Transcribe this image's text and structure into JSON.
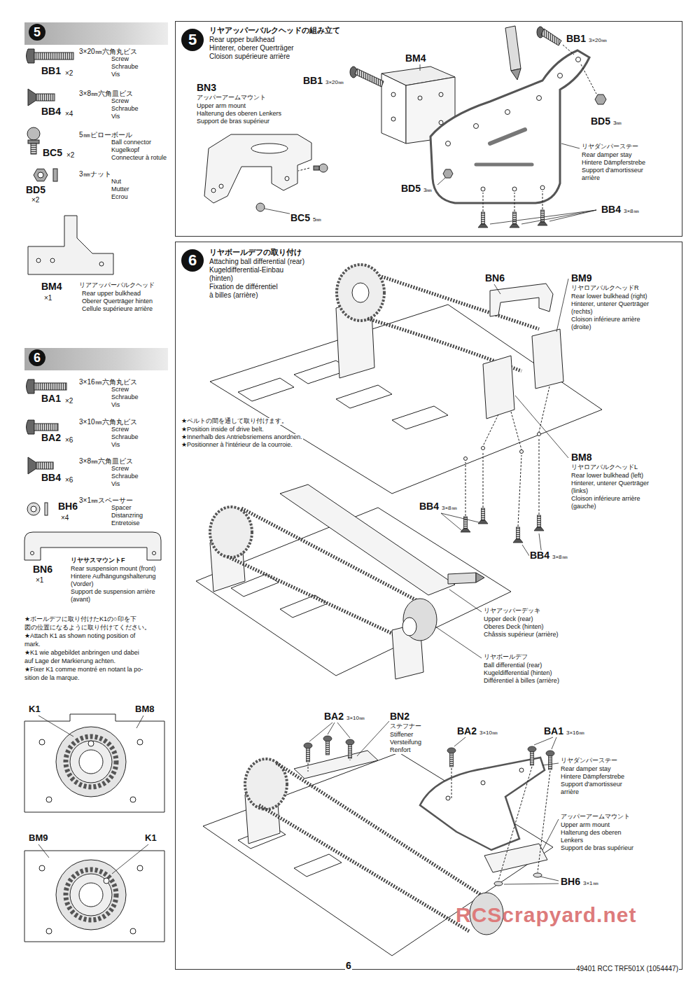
{
  "diagram": {
    "nodes": [
      {
        "text": [
          "5"
        ]
      },
      {
        "text": [
          "5",
          "リヤアッパーバルクヘッドの組み立て",
          "Rear upper bulkhead",
          "Hinterer, oberer Querträger",
          "Cloison supérieure arrière"
        ]
      },
      {
        "text": [
          "6"
        ]
      },
      {
        "text": [
          "6",
          "リヤボールデフの取り付け",
          "Attaching ball differential (rear)",
          "Kugeldifferential-Einbau",
          "(hinten)",
          "Fixation de différentiel",
          "à billes (arrière)"
        ]
      }
    ],
    "labels": [
      "3×20㎜六角丸ビス",
      "Screw",
      "Schraube",
      "Vis",
      "BB1",
      "×2",
      "3×8㎜六角皿ビス",
      "Screw",
      "Schraube",
      "Vis",
      "BB4",
      "×4",
      "5㎜ピローボール",
      "Ball connector",
      "Kugelkopf",
      "Connecteur à rotule",
      "BC5",
      "×2",
      "3㎜ナット",
      "Nut",
      "Mutter",
      "Ecrou",
      "BD5",
      "×2",
      "BM4",
      "×1",
      "リアアッパーバルクヘッド",
      "Rear upper bulkhead",
      "Oberer Querträger hinten",
      "Cellule supérieure arrière",
      "3×16㎜六角丸ビス",
      "Screw",
      "Schraube",
      "Vis",
      "BA1",
      "×2",
      "3×10㎜六角丸ビス",
      "Screw",
      "Schraube",
      "Vis",
      "BA2",
      "×6",
      "3×8㎜六角皿ビス",
      "Screw",
      "Schraube",
      "Vis",
      "BB4",
      "×6",
      "3×1㎜スペーサー",
      "Spacer",
      "Distanzring",
      "Entretoise",
      "BH6",
      "×4",
      "BN6",
      "×1",
      "リヤサスマウントF",
      "Rear suspension mount (front)",
      "Hintere Aufhängungshalterung",
      "(Vorder)",
      "Support de suspension arrière",
      "(avant)",
      "★ボールデフに取り付けたK1の○印を下",
      "図の位置になるように取り付けてください。",
      "★Attach K1 as shown noting position of",
      "mark.",
      "★K1 wie abgebildet anbringen und dabei",
      "auf Lage der Markierung achten.",
      "★Fixer K1 comme montré en notant la po-",
      "sition de la marque.",
      "K1",
      "BM8",
      "BM9",
      "K1",
      "BN3",
      "アッパーアームマウント",
      "Upper arm mount",
      "Halterung des oberen Lenkers",
      "Support de bras supérieur",
      "BC5",
      "5㎜",
      "BM4",
      "BB1",
      "3×20㎜",
      "BB1",
      "3×20㎜",
      "BD5",
      "3㎜",
      "リヤダンパーステー",
      "Rear damper stay",
      "Hintere Dämpferstrebe",
      "Support d'amortisseur",
      "arrière",
      "BD5",
      "3㎜",
      "BB4",
      "3×8㎜",
      "BN6",
      "BM9",
      "リヤロアバルクヘッドR",
      "Rear lower bulkhead (right)",
      "Hinterer, unterer Querträger",
      "(rechts)",
      "Cloison inférieure arrière",
      "(droite)",
      "★ベルトの間を通して取り付けます。",
      "★Position inside of drive belt.",
      "★Innerhalb des Antriebsriemens anordnen.",
      "★Positionner à l'intérieur de la courroie.",
      "BM8",
      "リヤロアバルクヘッドL",
      "Rear lower bulkhead (left)",
      "Hinterer, unterer Querträger",
      "(links)",
      "Cloison inférieure arrière",
      "(gauche)",
      "BB4",
      "3×8㎜",
      "BB4",
      "3×8㎜",
      "リヤアッパーデッキ",
      "Upper deck (rear)",
      "Oberes Deck (hinten)",
      "Châssis supérieur (arrière)",
      "リヤボールデフ",
      "Ball differential (rear)",
      "Kugeldifferential (hinten)",
      "Différentiel à billes (arrière)",
      "BA2",
      "3×10㎜",
      "BN2",
      "ステフナー",
      "Stiffener",
      "Versteifung",
      "Renfort",
      "BA2",
      "3×10㎜",
      "BA1",
      "3×16㎜",
      "リヤダンパーステー",
      "Rear damper stay",
      "Hintere Dämpferstrebe",
      "Support d'amortisseur",
      "arrière",
      "アッパーアームマウント",
      "Upper arm mount",
      "Halterung des oberen",
      "Lenkers",
      "Support de bras supérieur",
      "BH6",
      "3×1㎜",
      "RCScrapyard.net",
      "6",
      "49401 RCC TRF501X (1054447)"
    ]
  }
}
